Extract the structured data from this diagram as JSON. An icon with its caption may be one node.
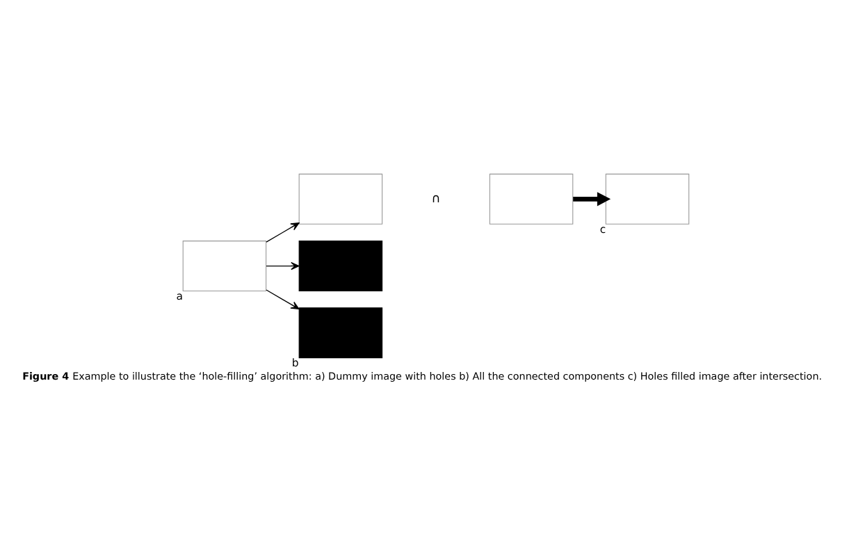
{
  "diagram": {
    "caption": "**Figure 4** Example to illustrate the ‘hole-filling’ algorithm: a) Dummy image with holes b) All the connected components c) Holes filled image after intersection.",
    "nodes": [
      {
        "text": [],
        "shape": "box",
        "beside": [
          "a"
        ]
      },
      {
        "text": [],
        "shape": "box"
      },
      {
        "text": [],
        "shape": "box"
      },
      {
        "text": [],
        "shape": "box",
        "beside": [
          "b"
        ]
      },
      {
        "text": [],
        "shape": "box"
      },
      {
        "text": [],
        "shape": "box",
        "beside": [
          "c"
        ]
      }
    ],
    "edges": [
      {
        "from": 0,
        "to": 1,
        "arrow": "to"
      },
      {
        "from": 0,
        "to": 2,
        "arrow": "to"
      },
      {
        "from": 0,
        "to": 3,
        "arrow": "to"
      },
      {
        "from": 4,
        "to": 5,
        "arrow": "to",
        "style": "thick"
      }
    ],
    "labels": [
      "∩"
    ]
  }
}
